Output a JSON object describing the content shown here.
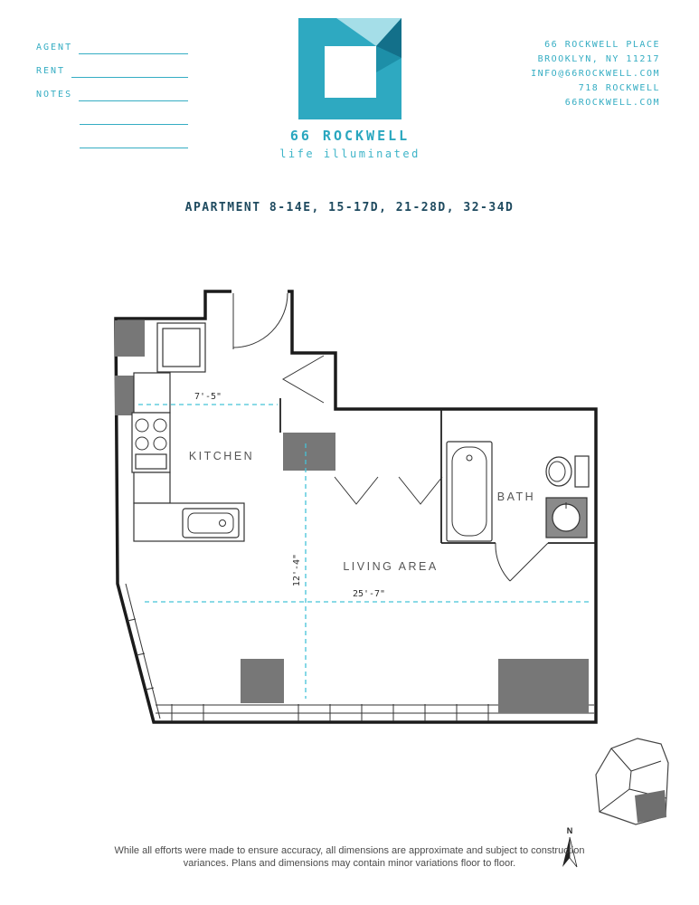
{
  "header": {
    "form": {
      "agent_label": "AGENT",
      "rent_label": "RENT",
      "notes_label": "NOTES"
    },
    "logo": {
      "name": "66 ROCKWELL",
      "tagline": "life illuminated"
    },
    "contact": {
      "lines": [
        "66 ROCKWELL PLACE",
        "BROOKLYN, NY 11217",
        "INFO@66ROCKWELL.COM",
        "718 ROCKWELL",
        "66ROCKWELL.COM"
      ]
    }
  },
  "title": "APARTMENT 8-14E, 15-17D, 21-28D, 32-34D",
  "floorplan": {
    "rooms": {
      "kitchen": "KITCHEN",
      "bath": "BATH",
      "living": "LIVING AREA"
    },
    "dimensions": {
      "kitchen_width": "7'-5\"",
      "living_height": "12'-4\"",
      "living_width": "25'-7\""
    }
  },
  "keymap": {
    "north_label": "N"
  },
  "footer": {
    "disclaimer": "While all efforts were made to ensure accuracy, all dimensions are approximate and subject to construction variances. Plans and dimensions may contain minor variations floor to floor."
  },
  "colors": {
    "teal": "#35adc3",
    "navy": "#1e4a5f",
    "dimension_teal": "#45c3d8",
    "column_gray": "#777777"
  }
}
